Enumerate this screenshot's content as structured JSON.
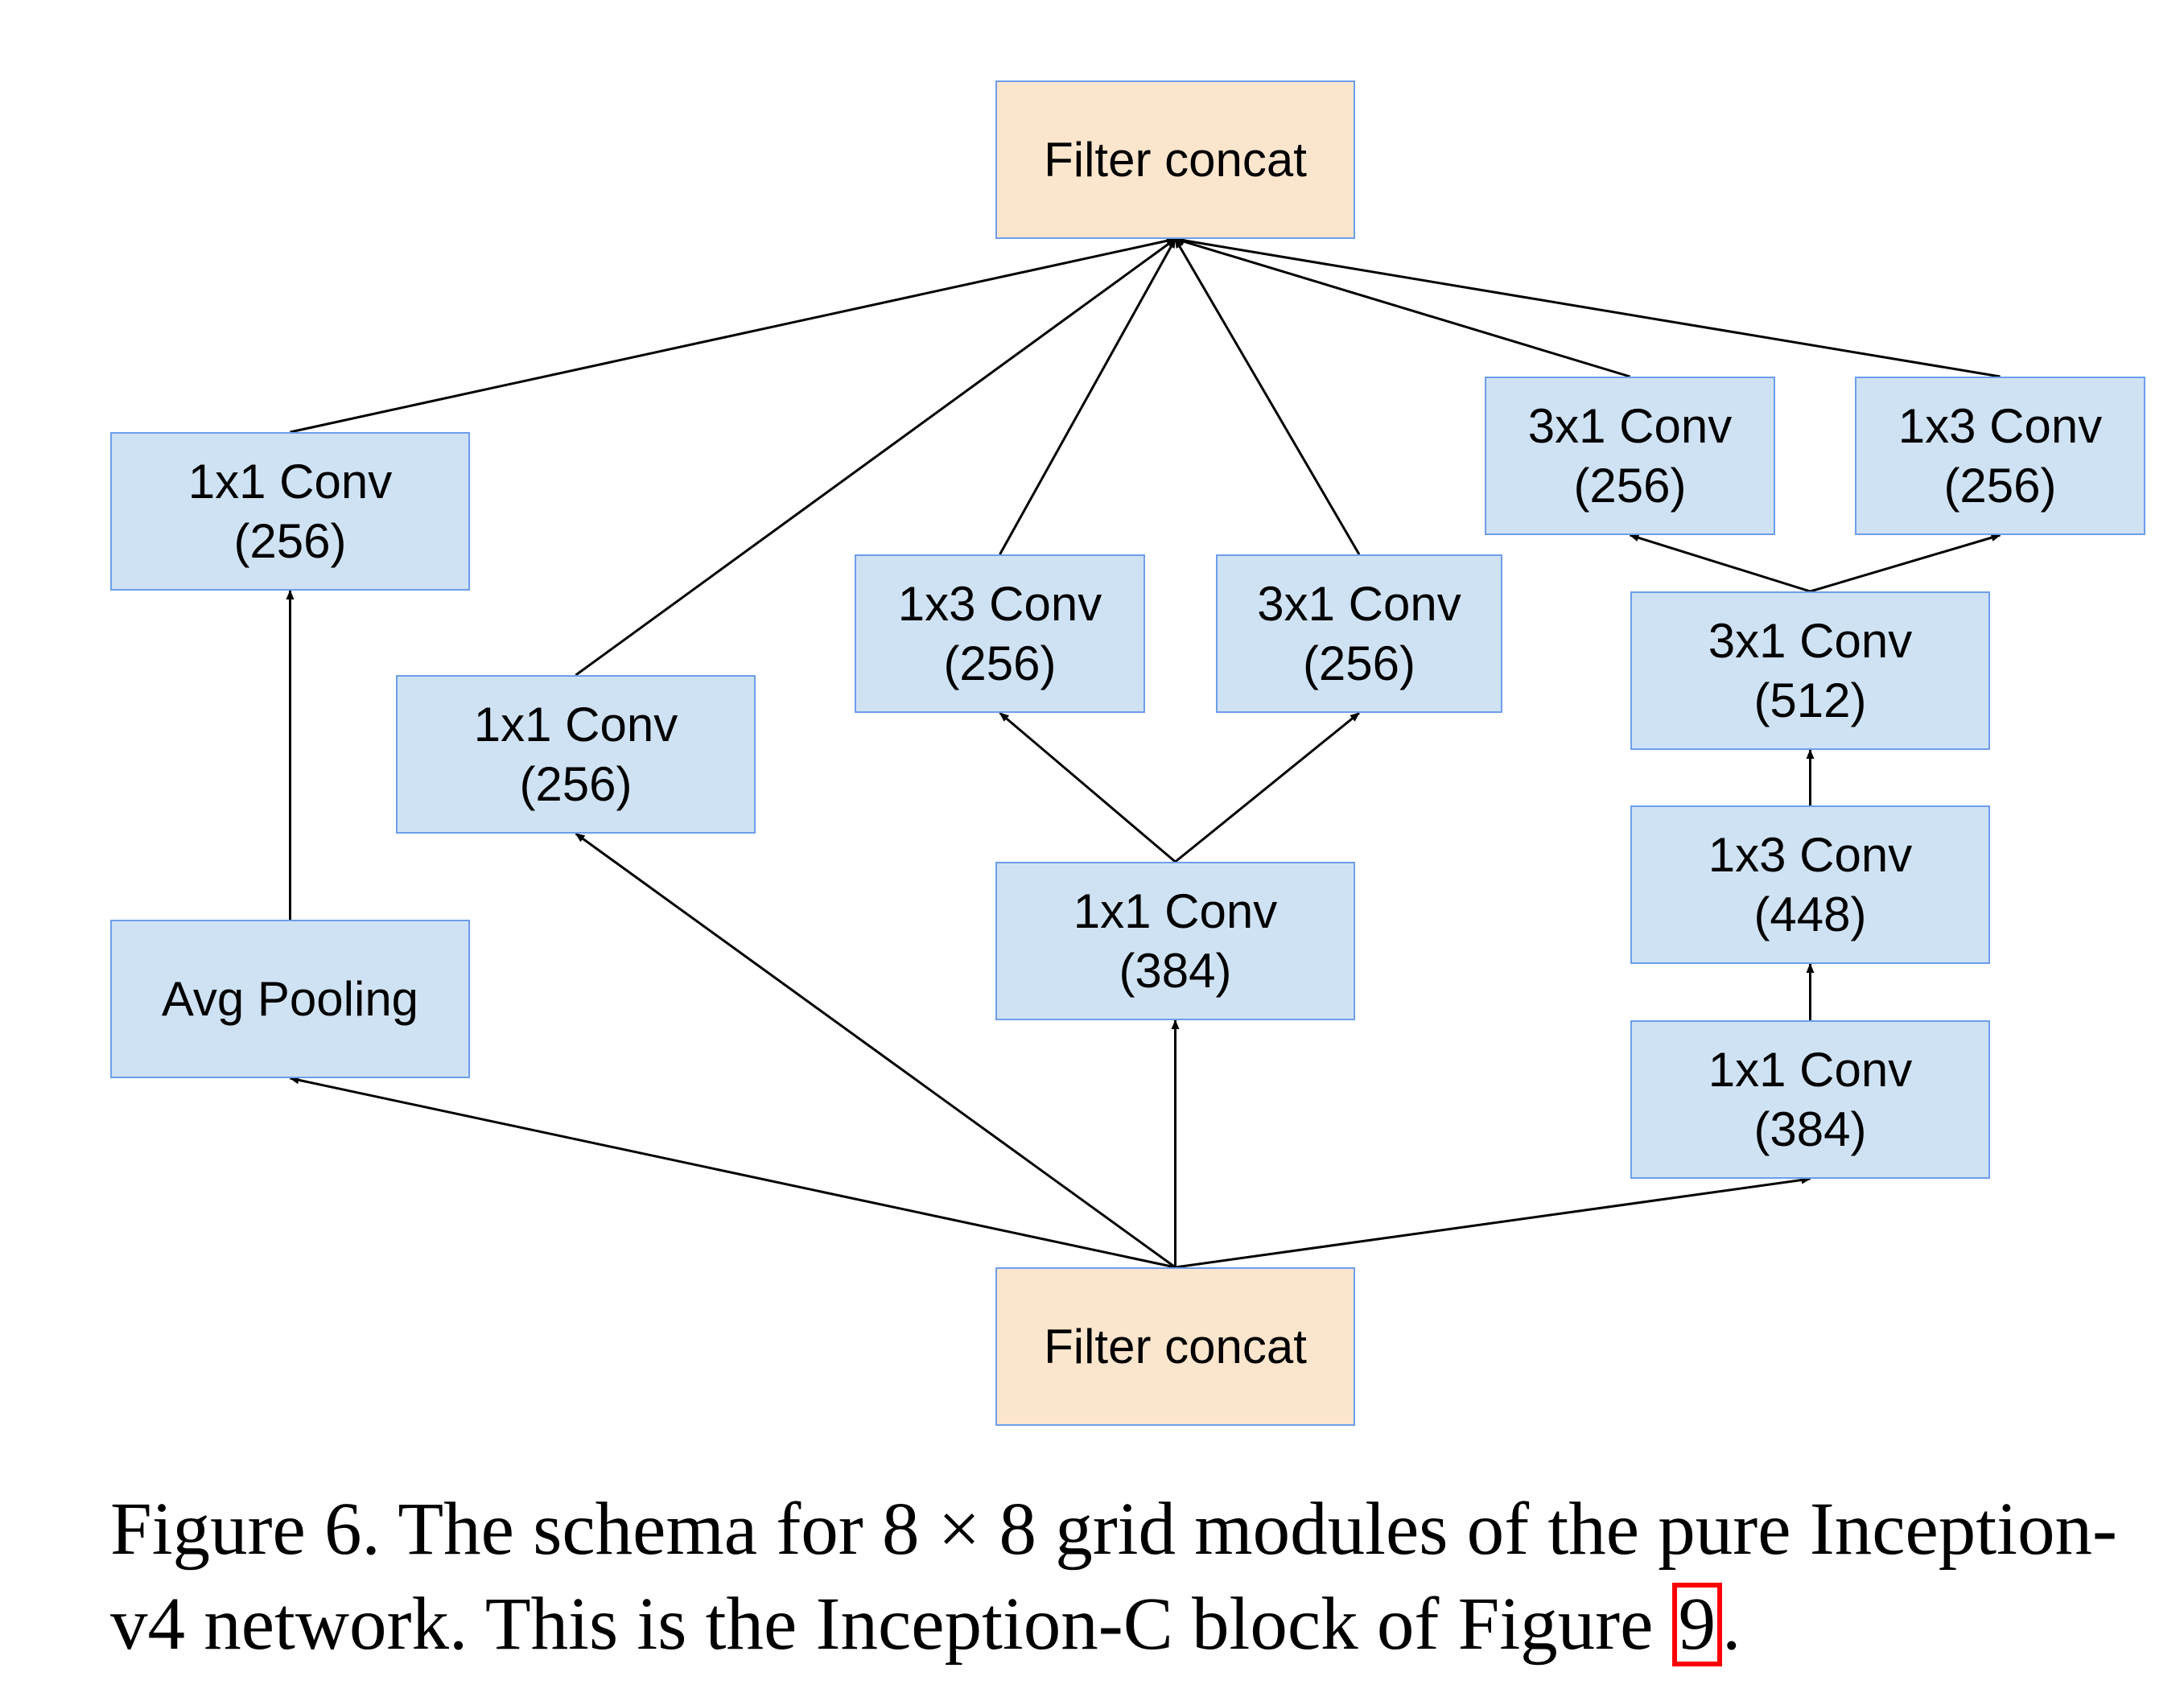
{
  "diagram": {
    "nodes": [
      {
        "id": "top_concat",
        "lines": [
          "Filter concat"
        ],
        "color": "#fce5cd"
      },
      {
        "id": "b1_conv",
        "lines": [
          "1x1 Conv",
          "(256)"
        ],
        "color": "#cfe2f3"
      },
      {
        "id": "b1_pool",
        "lines": [
          "Avg Pooling"
        ],
        "color": "#cfe2f3"
      },
      {
        "id": "b2_conv",
        "lines": [
          "1x1 Conv",
          "(256)"
        ],
        "color": "#cfe2f3"
      },
      {
        "id": "b3_1x3",
        "lines": [
          "1x3 Conv",
          "(256)"
        ],
        "color": "#cfe2f3"
      },
      {
        "id": "b3_3x1",
        "lines": [
          "3x1 Conv",
          "(256)"
        ],
        "color": "#cfe2f3"
      },
      {
        "id": "b3_conv",
        "lines": [
          "1x1 Conv",
          "(384)"
        ],
        "color": "#cfe2f3"
      },
      {
        "id": "b4_3x1_top",
        "lines": [
          "3x1 Conv",
          "(256)"
        ],
        "color": "#cfe2f3"
      },
      {
        "id": "b4_1x3_top",
        "lines": [
          "1x3 Conv",
          "(256)"
        ],
        "color": "#cfe2f3"
      },
      {
        "id": "b4_3x1",
        "lines": [
          "3x1 Conv",
          "(512)"
        ],
        "color": "#cfe2f3"
      },
      {
        "id": "b4_1x3",
        "lines": [
          "1x3 Conv",
          "(448)"
        ],
        "color": "#cfe2f3"
      },
      {
        "id": "b4_conv",
        "lines": [
          "1x1 Conv",
          "(384)"
        ],
        "color": "#cfe2f3"
      },
      {
        "id": "bottom_concat",
        "lines": [
          "Filter concat"
        ],
        "color": "#fce5cd"
      }
    ],
    "edges": [
      {
        "from": "bottom_concat",
        "to": "b1_pool"
      },
      {
        "from": "bottom_concat",
        "to": "b2_conv"
      },
      {
        "from": "bottom_concat",
        "to": "b3_conv"
      },
      {
        "from": "bottom_concat",
        "to": "b4_conv"
      },
      {
        "from": "b1_pool",
        "to": "b1_conv"
      },
      {
        "from": "b3_conv",
        "to": "b3_1x3"
      },
      {
        "from": "b3_conv",
        "to": "b3_3x1"
      },
      {
        "from": "b4_conv",
        "to": "b4_1x3"
      },
      {
        "from": "b4_1x3",
        "to": "b4_3x1"
      },
      {
        "from": "b4_3x1",
        "to": "b4_3x1_top"
      },
      {
        "from": "b4_3x1",
        "to": "b4_1x3_top"
      },
      {
        "from": "b1_conv",
        "to": "top_concat"
      },
      {
        "from": "b2_conv",
        "to": "top_concat"
      },
      {
        "from": "b3_1x3",
        "to": "top_concat"
      },
      {
        "from": "b3_3x1",
        "to": "top_concat"
      },
      {
        "from": "b4_3x1_top",
        "to": "top_concat"
      },
      {
        "from": "b4_1x3_top",
        "to": "top_concat"
      }
    ],
    "edge_color": "#000000"
  },
  "caption": {
    "line1": "Figure 6. The schema for 8 × 8 grid modules of the pure Inception-",
    "line2_prefix": "v4 network. This is the Inception-C block of Figure ",
    "figure_ref": "9",
    "line2_suffix": ".",
    "ref_highlight_color": "#ff0000"
  }
}
